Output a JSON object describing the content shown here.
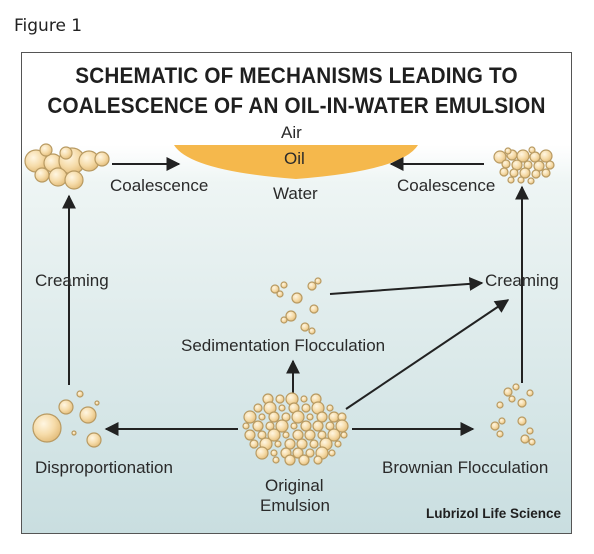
{
  "figure_label": "Figure 1",
  "title_line1": "SCHEMATIC OF MECHANISMS LEADING TO",
  "title_line2": "COALESCENCE OF AN OIL-IN-WATER EMULSION",
  "labels": {
    "air": "Air",
    "oil": "Oil",
    "water": "Water",
    "coalescence_left": "Coalescence",
    "coalescence_right": "Coalescence",
    "creaming_left": "Creaming",
    "creaming_right": "Creaming",
    "sedimentation_flocculation": "Sedimentation Flocculation",
    "disproportionation": "Disproportionation",
    "original_emulsion_line1": "Original",
    "original_emulsion_line2": "Emulsion",
    "brownian_flocculation": "Brownian Flocculation"
  },
  "credit": "Lubrizol Life Science",
  "colors": {
    "droplet_fill": "#f4d9a4",
    "droplet_stroke": "#b89a62",
    "oil_layer": "#f5b84c",
    "water_bg": "#cfe2e3",
    "arrow": "#222222"
  }
}
